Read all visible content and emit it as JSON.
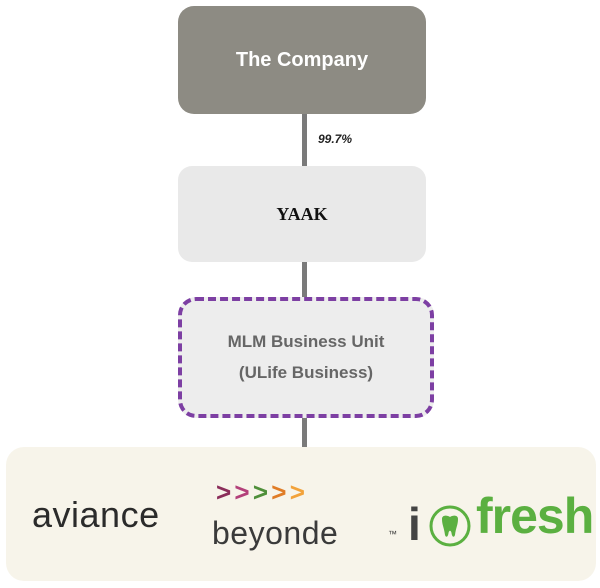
{
  "org_chart": {
    "company": "The Company",
    "ownership": "99.7%",
    "subsidiary": "YAAK",
    "business_unit_line1": "MLM Business Unit",
    "business_unit_line2": "(ULife Business)"
  },
  "brands": {
    "aviance": "aviance",
    "beyonde": "beyonde",
    "beyonde_tm": "™",
    "ifresh_i": "i",
    "ifresh_word": "fresh",
    "chevrons": [
      ">",
      ">",
      ">",
      ">",
      ">"
    ],
    "chevron_colors": [
      "#8b2d5a",
      "#b3407a",
      "#4f8f3a",
      "#e07c26",
      "#f2a23a"
    ],
    "fresh_color": "#5bb041"
  }
}
